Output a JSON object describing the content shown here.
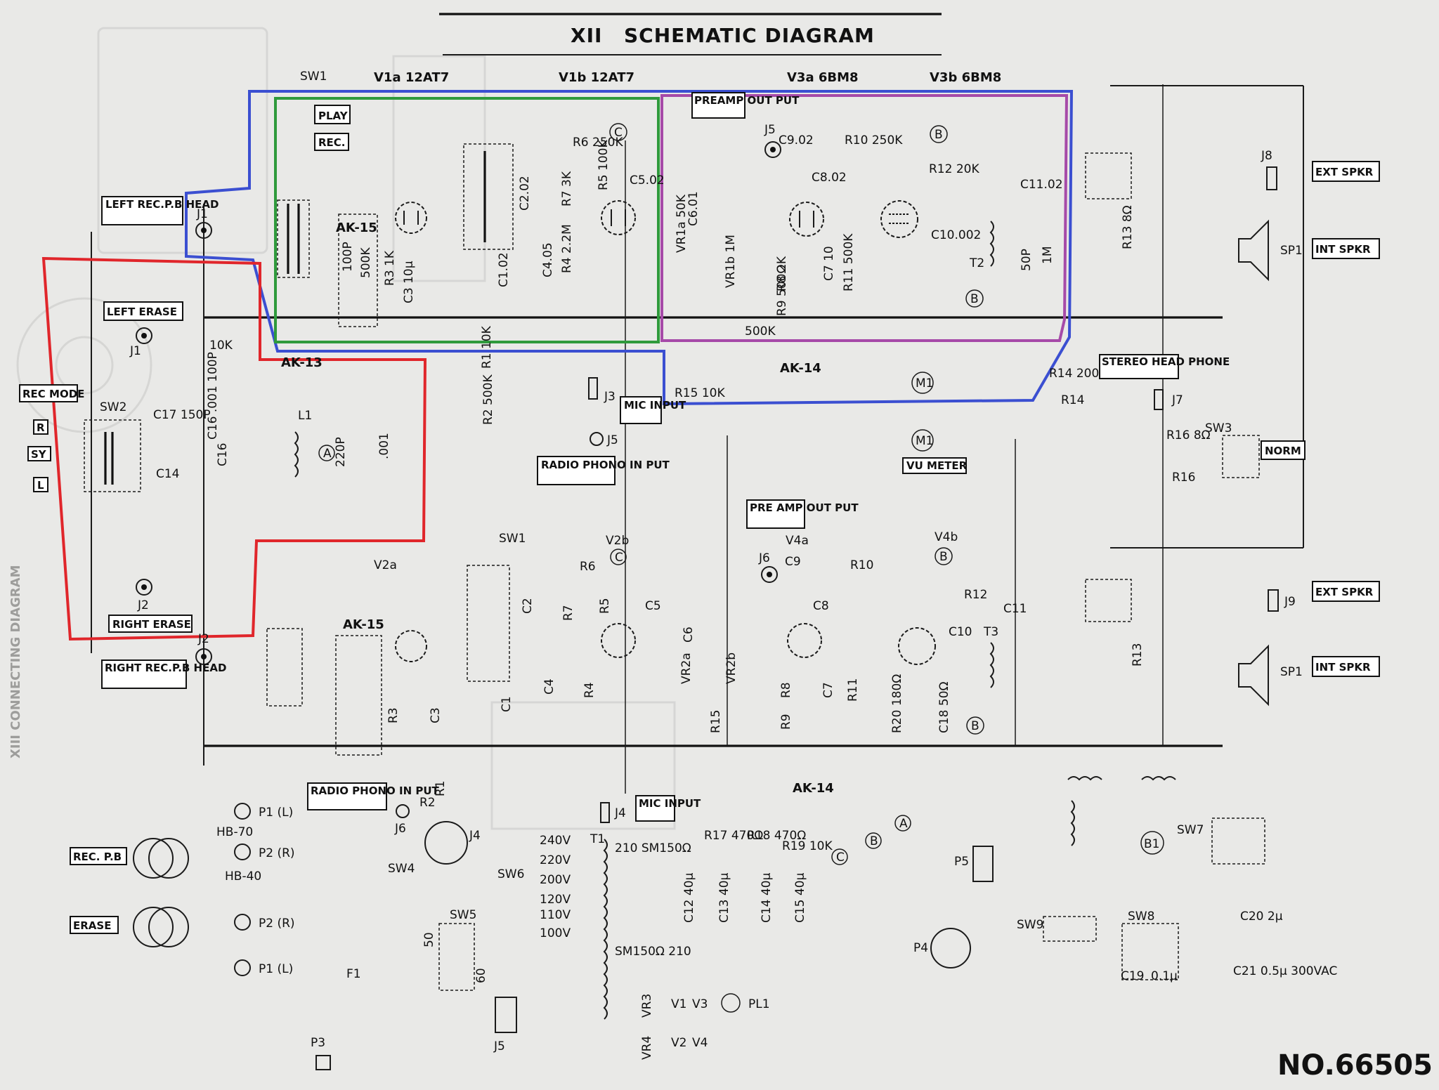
{
  "header": {
    "section": "XII",
    "title": "SCHEMATIC DIAGRAM"
  },
  "tubes": {
    "v1a": "V1a 12AT7",
    "v1b": "V1b 12AT7",
    "v3a": "V3a 6BM8",
    "v3b": "V3b 6BM8",
    "v2a": "V2a",
    "v2b": "V2b",
    "v4a": "V4a",
    "v4b": "V4b"
  },
  "switches": {
    "sw1_top": "SW1",
    "sw1_bot": "SW1",
    "sw2": "SW2",
    "sw3": "SW3",
    "sw4": "SW4",
    "sw5": "SW5",
    "sw6": "SW6",
    "sw7": "SW7",
    "sw8": "SW8",
    "sw9": "SW9"
  },
  "labels": {
    "play": "PLAY",
    "rec": "REC.",
    "left_head": "LEFT REC.P.B HEAD",
    "left_erase": "LEFT ERASE",
    "right_erase": "RIGHT ERASE",
    "right_head": "RIGHT REC.P.B HEAD",
    "rec_mode": "REC MODE",
    "r": "R",
    "sy": "SY",
    "l": "L",
    "preamp_out_top": "PREAMP OUT PUT",
    "preamp_out_bot": "PRE AMP OUT PUT",
    "mic_in_top": "MIC INPUT",
    "mic_in_bot": "MIC INPUT",
    "radio_top": "RADIO PHONO IN PUT",
    "radio_bot": "RADIO PHONO IN PUT",
    "stereo_phone": "STEREO HEAD PHONE",
    "vu_meter": "VU METER",
    "norm": "NORM",
    "ext_spkr_1": "EXT SPKR",
    "int_spkr_1": "INT SPKR",
    "ext_spkr_2": "EXT SPKR",
    "int_spkr_2": "INT SPKR",
    "rec_pb": "REC. P.B",
    "erase": "ERASE"
  },
  "blocks": {
    "ak15_top": "AK-15",
    "ak15_bot": "AK-15",
    "ak13": "AK-13",
    "ak14_top": "AK-14",
    "ak14_bot": "AK-14"
  },
  "components": {
    "r6": "R6 250K",
    "r5": "R5 100K",
    "c5": "C5.02",
    "r7": "R7 3K",
    "c2": "C2.02",
    "c4": "C4.05",
    "r4": "R4 2.2M",
    "c1": "C1.02",
    "r3": "R3 1K",
    "c3": "C3 10μ",
    "c100p": "100P",
    "r500k": "500K",
    "c9": "C9.02",
    "r10": "R10 250K",
    "c8": "C8.02",
    "r12": "R12 20K",
    "c11": "C11.02",
    "c6": "C6.01",
    "vr1a": "VR1a 50K",
    "vr1b": "VR1b 1M",
    "r8": "R8 2K",
    "r9": "R9 500Ω",
    "c7": "C7 10",
    "r11": "R11 500K",
    "c10": "C10.002",
    "t2": "T2",
    "c50p": "50P",
    "r1m": "1M",
    "r500k_ak14": "500K",
    "r13": "R13 8Ω",
    "r14a": "R14 200Ω",
    "r14b": "R14",
    "r15": "R15 10K",
    "r1": "R1 10K",
    "r2": "R2 500K",
    "r10k": "10K",
    "c001": ".001",
    "c16a": "C16 .001 100P",
    "c16b": "C16",
    "c17": "C17 150P",
    "c14": "C14",
    "l1": "L1",
    "c220p": "220P",
    "c001b": ".001",
    "r16a": "R16 8Ω",
    "r16b": "R16",
    "r6b": "R6",
    "r7b": "R7",
    "r5b": "R5",
    "c5b": "C5",
    "c2b": "C2",
    "c4b": "C4",
    "r4b": "R4",
    "c1b": "C1",
    "r3b": "R3",
    "c3b": "C3",
    "c9b": "C9",
    "r10b": "R10",
    "c8b": "C8",
    "r12b": "R12",
    "c11b": "C11",
    "c6b": "C6",
    "vr2a": "VR2a",
    "vr2b": "VR2b",
    "r8b": "R8",
    "r9b": "R9",
    "c7b": "C7",
    "r11b": "R11",
    "c10b": "C10",
    "t3": "T3",
    "r20": "R20 180Ω",
    "c18": "C18 50Ω",
    "r13b": "R13",
    "r15b": "R15",
    "r1b": "R1",
    "r2b": "R2",
    "t1": "T1",
    "sm150a": "210 SM150Ω",
    "sm150b": "SM150Ω 210",
    "r17": "R17 470Ω",
    "r18": "R18 470Ω",
    "r19": "R19 10K",
    "c12": "C12 40μ",
    "c13": "C13 40μ",
    "c14p": "C14 40μ",
    "c15": "C15 40μ",
    "c19": "C19",
    "c01": "0.1μ",
    "c20": "C20 2μ",
    "c21": "C21 0.5μ 300VAC",
    "hb70": "HB-70",
    "hb40": "HB-40",
    "f1": "F1",
    "p3": "P3",
    "p4": "P4",
    "p5": "P5",
    "pl1": "PL1",
    "b1": "B1",
    "vr3": "VR3",
    "vr4": "VR4"
  },
  "jacks": {
    "j1": "J1",
    "j1b": "J1",
    "j2": "J2",
    "j2b": "J2",
    "j3": "J3",
    "j4": "J4",
    "j4b": "J4",
    "j5": "J5",
    "j5b": "J5",
    "j5c": "J5",
    "j6": "J6",
    "j6b": "J6",
    "j7": "J7",
    "j8": "J8",
    "j9": "J9"
  },
  "plugs": {
    "p1l": "P1 (L)",
    "p2r": "P2 (R)",
    "p2r_b": "P2 (R)",
    "p1l_b": "P1 (L)"
  },
  "speakers": {
    "sp1a": "SP1",
    "sp1b": "SP1"
  },
  "meters": {
    "m1a": "M1",
    "m1b": "M1"
  },
  "voltages": [
    "240V",
    "220V",
    "200V",
    "120V",
    "110V",
    "100V"
  ],
  "freq": {
    "hz50": "50",
    "hz60": "60"
  },
  "nodes": {
    "a": "A",
    "b": "B",
    "c": "C"
  },
  "tubes_ps": {
    "v1": "V1",
    "v2": "V2",
    "v3": "V3",
    "v4": "V4"
  },
  "doc_no": "NO.66505",
  "side_text": "XIII CONNECTING DIAGRAM",
  "colors": {
    "blue_box": "#3b4fd1",
    "green_box": "#2f9a3c",
    "purple_box": "#a64aa8",
    "red_box": "#e0262b",
    "paper": "#e9e9e7",
    "ink": "#111111"
  }
}
